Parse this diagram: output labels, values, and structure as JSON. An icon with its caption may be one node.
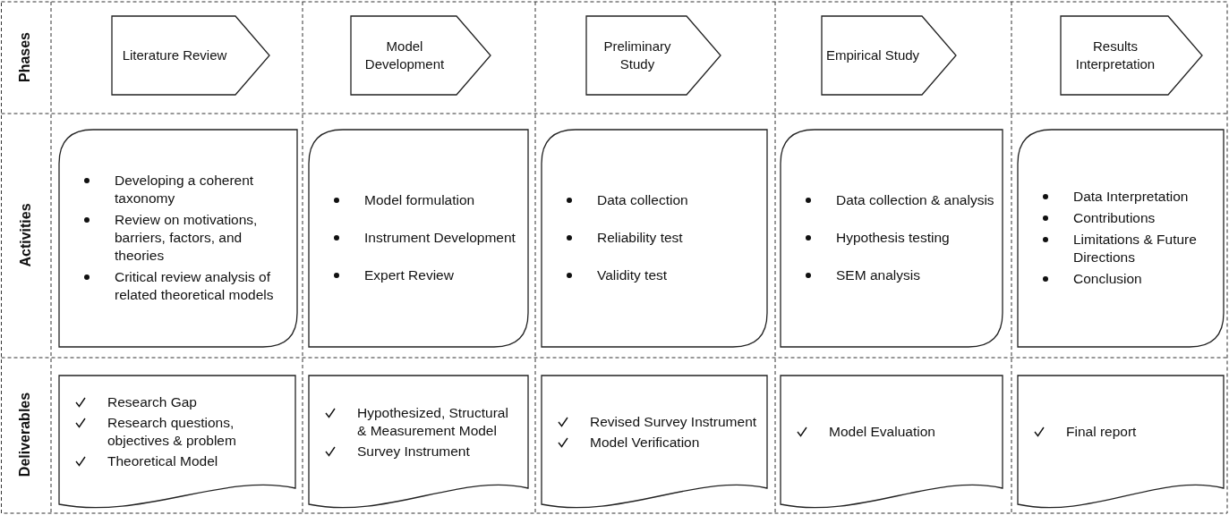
{
  "diagram": {
    "nodes": [
      {
        "text": [
          "Literature Review"
        ]
      },
      {
        "text": [
          "Model Development"
        ]
      },
      {
        "text": [
          "Preliminary Study"
        ]
      },
      {
        "text": [
          "Empirical Study"
        ]
      },
      {
        "text": [
          "Results Interpretation"
        ]
      },
      {
        "text": [
          "Developing a coherent taxonomy",
          "Review on motivations, barriers, factors, and theories",
          "Critical review analysis of related theoretical models"
        ]
      },
      {
        "text": [
          "Model formulation",
          "Instrument Development",
          "Expert Review"
        ]
      },
      {
        "text": [
          "Data collection",
          "Reliability test",
          "Validity test"
        ]
      },
      {
        "text": [
          "Data collection & analysis",
          "Hypothesis testing",
          "SEM analysis"
        ]
      },
      {
        "text": [
          "Data Interpretation",
          "Contributions",
          "Limitations & Future Directions",
          "Conclusion"
        ]
      },
      {
        "text": [
          "Research Gap",
          "Research questions, objectives & problem",
          "Theoretical Model"
        ]
      },
      {
        "text": [
          "Hypothesized, Structural & Measurement Model",
          "Survey Instrument"
        ]
      },
      {
        "text": [
          "Revised Survey Instrument",
          "Model Verification"
        ]
      },
      {
        "text": [
          "Model Evaluation"
        ]
      },
      {
        "text": [
          "Final report"
        ]
      }
    ],
    "edges": [],
    "labels": [
      "Phases",
      "Activities",
      "Deliverables"
    ]
  }
}
